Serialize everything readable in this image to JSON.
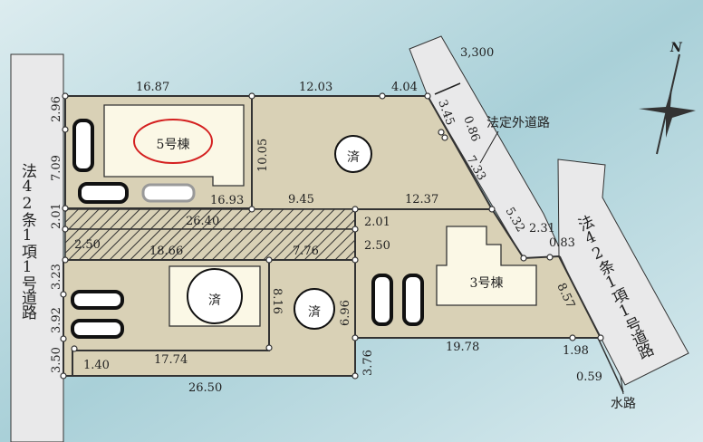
{
  "colors": {
    "background": "#cfe5ea",
    "lot": "#d9d1b6",
    "building": "#fbf8e6",
    "road": "#e9e9ea",
    "highlight": "#d42020"
  },
  "roads": {
    "left_road": "法42条1項1号道路",
    "right_road": "法42条1項1号道路",
    "private_road": "法定外道路",
    "private_road_width": "3,300",
    "waterway": "水路"
  },
  "compass": {
    "label": "N"
  },
  "lots": {
    "lot5": {
      "label": "5号棟",
      "status": "highlighted"
    },
    "lot3": {
      "label": "3号棟"
    },
    "sold_mark": "済"
  },
  "dimensions": {
    "top_1": "16.87",
    "top_2": "12.03",
    "top_3": "4.04",
    "left_1": "2.96",
    "left_2": "7.09",
    "left_3": "2.01",
    "left_4": "2.50",
    "left_5": "3.23",
    "left_6": "3.92",
    "left_7": "3.50",
    "lot5_right": "10.05",
    "lot5_bottom": "16.93",
    "mid_945": "9.45",
    "mid_1237": "12.37",
    "strip1_length": "26.40",
    "strip2_a": "18.66",
    "strip2_b": "7.76",
    "strip1_right": "2.01",
    "strip2_right": "2.50",
    "diag_345": "3.45",
    "diag_086": "0.86",
    "diag_733": "7.33",
    "diag_532": "5.32",
    "d_231": "2.31",
    "d_083": "0.83",
    "d_857": "8.57",
    "d_816": "8.16",
    "d_696": "6.96",
    "d_376": "3.76",
    "bottom_1978": "19.78",
    "bottom_198": "1.98",
    "bottom_059": "0.59",
    "bottom_1774": "17.74",
    "bottom_140": "1.40",
    "bottom_2650": "26.50"
  }
}
